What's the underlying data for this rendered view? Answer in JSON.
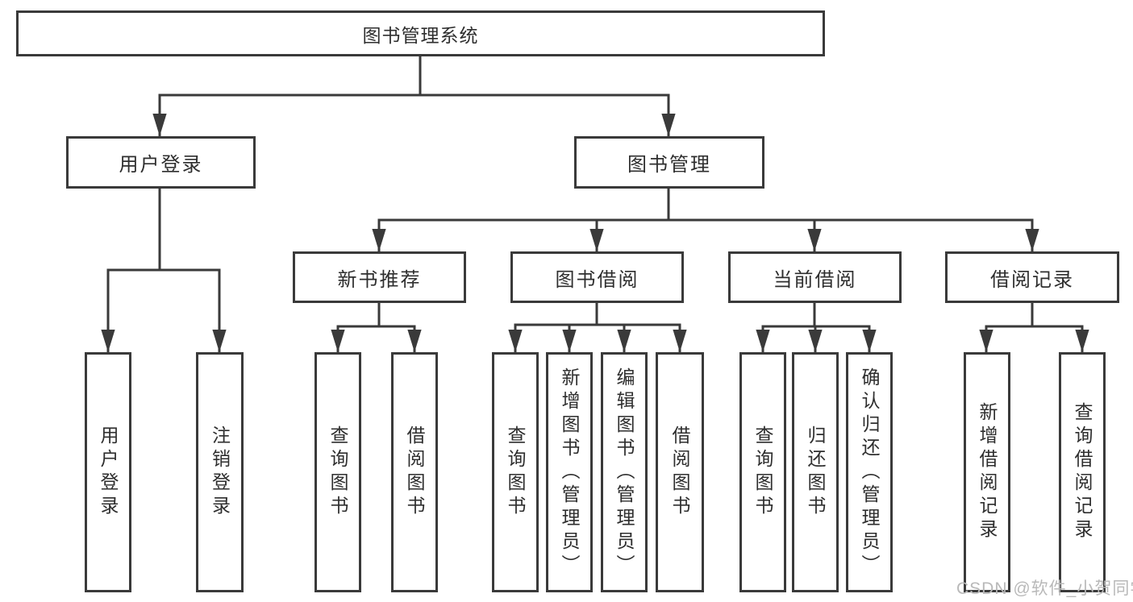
{
  "tree": {
    "root": "图书管理系统",
    "user_branch": {
      "label": "用户登录",
      "children": [
        "用户登录",
        "注销登录"
      ]
    },
    "management_branch": {
      "label": "图书管理",
      "groups": [
        {
          "label": "新书推荐",
          "children": [
            "查询图书",
            "借阅图书"
          ]
        },
        {
          "label": "图书借阅",
          "children": [
            "查询图书",
            "新增图书（管理员）",
            "编辑图书（管理员）",
            "借阅图书"
          ]
        },
        {
          "label": "当前借阅",
          "children": [
            "查询图书",
            "归还图书",
            "确认归还（管理员）"
          ]
        },
        {
          "label": "借阅记录",
          "children": [
            "新增借阅记录",
            "查询借阅记录"
          ]
        }
      ]
    }
  },
  "watermark": "CSDN @软件_小贺同学",
  "colors": {
    "line": "#3a3a3a",
    "text": "#2e2e2e",
    "watermark": "#b9b9b9",
    "background": "#ffffff"
  }
}
